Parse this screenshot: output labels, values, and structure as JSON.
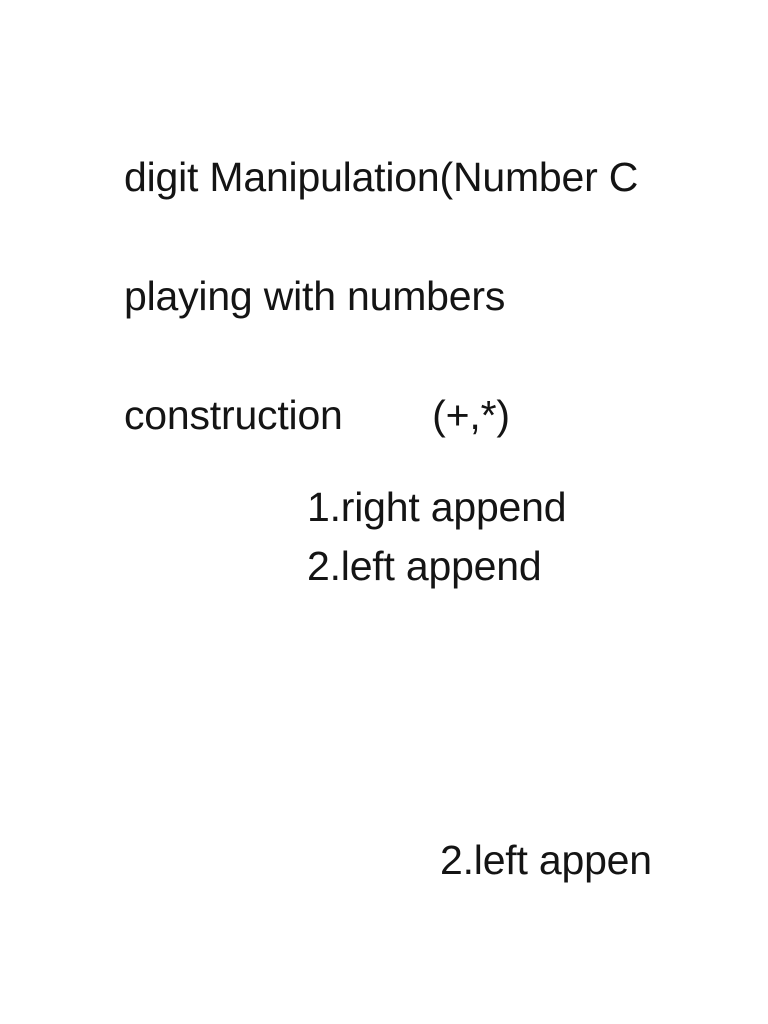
{
  "document": {
    "background_color": "#ffffff",
    "text_color": "#141414",
    "heading_lines": [
      {
        "text": "digit Manipulation(Number C"
      },
      {
        "text": "playing with numbers"
      },
      {
        "text": "construction        (+,*)"
      }
    ],
    "list_lines": [
      {
        "text": "1.right append"
      },
      {
        "text": "2.left append"
      }
    ],
    "trailing_lines": [
      {
        "text": "2.left appen"
      }
    ]
  }
}
